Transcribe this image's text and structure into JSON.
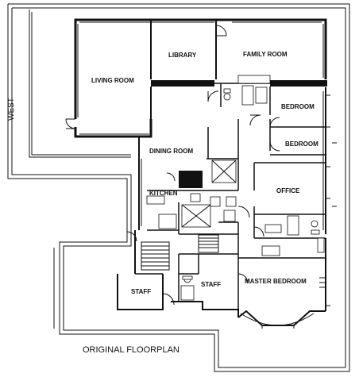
{
  "caption": "ORIGINAL FLOORPLAN",
  "orientation_label": "WEST",
  "rooms": {
    "living_room": "LIVING ROOM",
    "library": "LIBRARY",
    "family_room": "FAMILY ROOM",
    "bedroom_1": "BEDROOM",
    "bedroom_2": "BEDROOM",
    "dining_room": "DINING ROOM",
    "kitchen": "KITCHEN",
    "office": "OFFICE",
    "staff_1": "STAFF",
    "staff_2": "STAFF",
    "master_bedroom": "MASTER BEDROOM"
  }
}
